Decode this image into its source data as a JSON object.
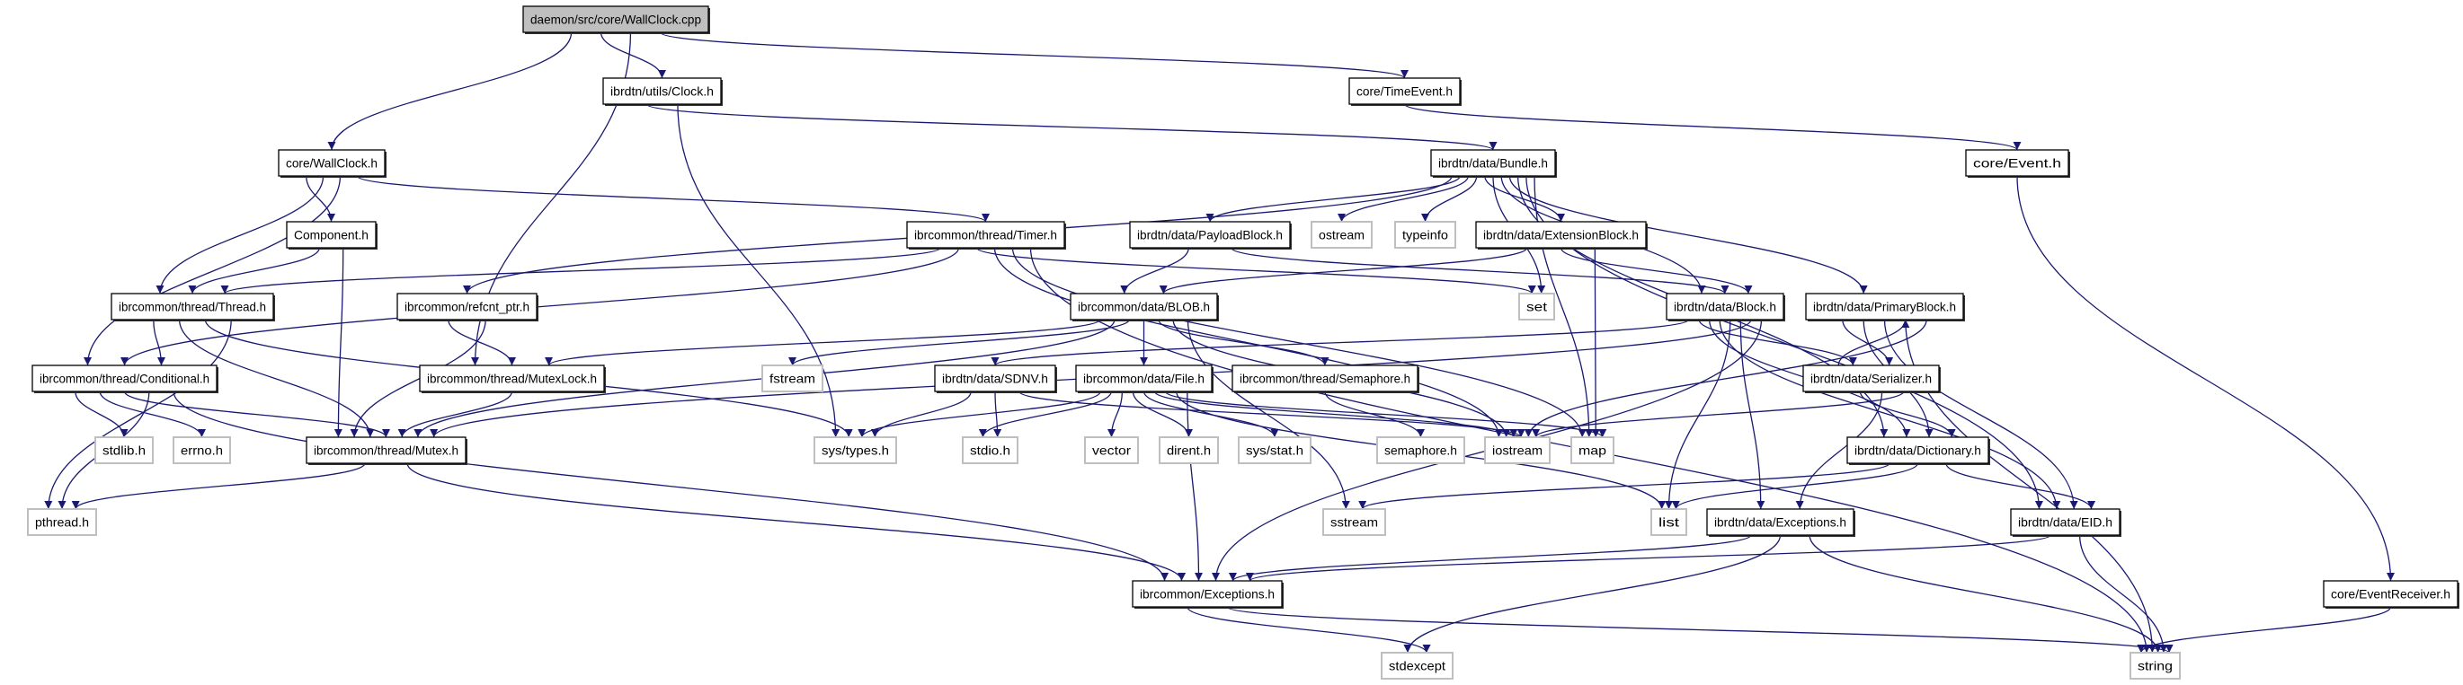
{
  "diagram": {
    "colors": {
      "edge": "#191970",
      "root_fill": "#bfbfbf",
      "system_border": "#bfbfbf",
      "header_border": "#000000"
    },
    "nodes": [
      {
        "id": "root",
        "label": "daemon/src/core/WallClock.cpp",
        "kind": "root"
      },
      {
        "id": "clock",
        "label": "ibrdtn/utils/Clock.h",
        "kind": "header"
      },
      {
        "id": "timeevent",
        "label": "core/TimeEvent.h",
        "kind": "header"
      },
      {
        "id": "wallclock_h",
        "label": "core/WallClock.h",
        "kind": "header"
      },
      {
        "id": "bundle",
        "label": "ibrdtn/data/Bundle.h",
        "kind": "header"
      },
      {
        "id": "event",
        "label": "core/Event.h",
        "kind": "header"
      },
      {
        "id": "component",
        "label": "Component.h",
        "kind": "header"
      },
      {
        "id": "timer",
        "label": "ibrcommon/thread/Timer.h",
        "kind": "header"
      },
      {
        "id": "payload",
        "label": "ibrdtn/data/PayloadBlock.h",
        "kind": "header"
      },
      {
        "id": "ostream",
        "label": "ostream",
        "kind": "system"
      },
      {
        "id": "typeinfo",
        "label": "typeinfo",
        "kind": "system"
      },
      {
        "id": "extblock",
        "label": "ibrdtn/data/ExtensionBlock.h",
        "kind": "header"
      },
      {
        "id": "thread",
        "label": "ibrcommon/thread/Thread.h",
        "kind": "header"
      },
      {
        "id": "refcnt",
        "label": "ibrcommon/refcnt_ptr.h",
        "kind": "header"
      },
      {
        "id": "blob",
        "label": "ibrcommon/data/BLOB.h",
        "kind": "header"
      },
      {
        "id": "set",
        "label": "set",
        "kind": "system"
      },
      {
        "id": "block",
        "label": "ibrdtn/data/Block.h",
        "kind": "header"
      },
      {
        "id": "primary",
        "label": "ibrdtn/data/PrimaryBlock.h",
        "kind": "header"
      },
      {
        "id": "conditional",
        "label": "ibrcommon/thread/Conditional.h",
        "kind": "header"
      },
      {
        "id": "mutexlock",
        "label": "ibrcommon/thread/MutexLock.h",
        "kind": "header"
      },
      {
        "id": "fstream",
        "label": "fstream",
        "kind": "system"
      },
      {
        "id": "sdnv",
        "label": "ibrdtn/data/SDNV.h",
        "kind": "header"
      },
      {
        "id": "file",
        "label": "ibrcommon/data/File.h",
        "kind": "header"
      },
      {
        "id": "semaphore_h",
        "label": "ibrcommon/thread/Semaphore.h",
        "kind": "header"
      },
      {
        "id": "serializer",
        "label": "ibrdtn/data/Serializer.h",
        "kind": "header"
      },
      {
        "id": "stdlib",
        "label": "stdlib.h",
        "kind": "system"
      },
      {
        "id": "errno",
        "label": "errno.h",
        "kind": "system"
      },
      {
        "id": "mutex",
        "label": "ibrcommon/thread/Mutex.h",
        "kind": "header"
      },
      {
        "id": "systypes",
        "label": "sys/types.h",
        "kind": "system"
      },
      {
        "id": "stdio",
        "label": "stdio.h",
        "kind": "system"
      },
      {
        "id": "vector",
        "label": "vector",
        "kind": "system"
      },
      {
        "id": "dirent",
        "label": "dirent.h",
        "kind": "system"
      },
      {
        "id": "sysstat",
        "label": "sys/stat.h",
        "kind": "system"
      },
      {
        "id": "semaphore",
        "label": "semaphore.h",
        "kind": "system"
      },
      {
        "id": "iostream",
        "label": "iostream",
        "kind": "system"
      },
      {
        "id": "map",
        "label": "map",
        "kind": "system"
      },
      {
        "id": "dictionary",
        "label": "ibrdtn/data/Dictionary.h",
        "kind": "header"
      },
      {
        "id": "pthread",
        "label": "pthread.h",
        "kind": "system"
      },
      {
        "id": "sstream",
        "label": "sstream",
        "kind": "system"
      },
      {
        "id": "list",
        "label": "list",
        "kind": "system"
      },
      {
        "id": "dexceptions",
        "label": "ibrdtn/data/Exceptions.h",
        "kind": "header"
      },
      {
        "id": "eid",
        "label": "ibrdtn/data/EID.h",
        "kind": "header"
      },
      {
        "id": "cexceptions",
        "label": "ibrcommon/Exceptions.h",
        "kind": "header"
      },
      {
        "id": "eventreceiver",
        "label": "core/EventReceiver.h",
        "kind": "header"
      },
      {
        "id": "stdexcept",
        "label": "stdexcept",
        "kind": "system"
      },
      {
        "id": "string",
        "label": "string",
        "kind": "system"
      }
    ],
    "edges": [
      [
        "root",
        "wallclock_h"
      ],
      [
        "root",
        "clock"
      ],
      [
        "root",
        "mutexlock"
      ],
      [
        "root",
        "timeevent"
      ],
      [
        "clock",
        "bundle"
      ],
      [
        "clock",
        "systypes"
      ],
      [
        "timeevent",
        "event"
      ],
      [
        "event",
        "eventreceiver"
      ],
      [
        "eventreceiver",
        "string"
      ],
      [
        "wallclock_h",
        "component"
      ],
      [
        "wallclock_h",
        "thread"
      ],
      [
        "wallclock_h",
        "conditional"
      ],
      [
        "wallclock_h",
        "timer"
      ],
      [
        "component",
        "thread"
      ],
      [
        "component",
        "mutex"
      ],
      [
        "timer",
        "thread"
      ],
      [
        "timer",
        "conditional"
      ],
      [
        "timer",
        "set"
      ],
      [
        "timer",
        "iostream"
      ],
      [
        "timer",
        "map"
      ],
      [
        "timer",
        "string"
      ],
      [
        "bundle",
        "refcnt"
      ],
      [
        "bundle",
        "payload"
      ],
      [
        "bundle",
        "ostream"
      ],
      [
        "bundle",
        "typeinfo"
      ],
      [
        "bundle",
        "extblock"
      ],
      [
        "bundle",
        "set"
      ],
      [
        "bundle",
        "block"
      ],
      [
        "bundle",
        "primary"
      ],
      [
        "bundle",
        "dictionary"
      ],
      [
        "bundle",
        "eid"
      ],
      [
        "bundle",
        "map"
      ],
      [
        "payload",
        "blob"
      ],
      [
        "payload",
        "block"
      ],
      [
        "extblock",
        "blob"
      ],
      [
        "extblock",
        "block"
      ],
      [
        "extblock",
        "map"
      ],
      [
        "refcnt",
        "mutexlock"
      ],
      [
        "refcnt",
        "mutex"
      ],
      [
        "thread",
        "conditional"
      ],
      [
        "thread",
        "mutex"
      ],
      [
        "thread",
        "systypes"
      ],
      [
        "thread",
        "pthread"
      ],
      [
        "conditional",
        "stdlib"
      ],
      [
        "conditional",
        "errno"
      ],
      [
        "conditional",
        "mutex"
      ],
      [
        "conditional",
        "pthread"
      ],
      [
        "conditional",
        "cexceptions"
      ],
      [
        "mutexlock",
        "mutex"
      ],
      [
        "mutex",
        "pthread"
      ],
      [
        "mutex",
        "cexceptions"
      ],
      [
        "blob",
        "mutexlock"
      ],
      [
        "blob",
        "mutex"
      ],
      [
        "blob",
        "fstream"
      ],
      [
        "blob",
        "file"
      ],
      [
        "blob",
        "semaphore_h"
      ],
      [
        "blob",
        "iostream"
      ],
      [
        "blob",
        "sstream"
      ],
      [
        "file",
        "systypes"
      ],
      [
        "file",
        "stdio"
      ],
      [
        "file",
        "vector"
      ],
      [
        "file",
        "dirent"
      ],
      [
        "file",
        "sysstat"
      ],
      [
        "file",
        "iostream"
      ],
      [
        "file",
        "map"
      ],
      [
        "file",
        "list"
      ],
      [
        "file",
        "cexceptions"
      ],
      [
        "sdnv",
        "systypes"
      ],
      [
        "sdnv",
        "stdio"
      ],
      [
        "sdnv",
        "iostream"
      ],
      [
        "semaphore_h",
        "semaphore"
      ],
      [
        "block",
        "sdnv"
      ],
      [
        "block",
        "serializer"
      ],
      [
        "block",
        "dictionary"
      ],
      [
        "block",
        "eid"
      ],
      [
        "block",
        "list"
      ],
      [
        "block",
        "dexceptions"
      ],
      [
        "block",
        "mutex"
      ],
      [
        "block",
        "cexceptions"
      ],
      [
        "primary",
        "serializer"
      ],
      [
        "primary",
        "dictionary"
      ],
      [
        "primary",
        "eid"
      ],
      [
        "primary",
        "string"
      ],
      [
        "primary",
        "iostream"
      ],
      [
        "serializer",
        "primary"
      ],
      [
        "serializer",
        "dictionary"
      ],
      [
        "serializer",
        "dexceptions"
      ],
      [
        "serializer",
        "iostream"
      ],
      [
        "dictionary",
        "sstream"
      ],
      [
        "dictionary",
        "list"
      ],
      [
        "dictionary",
        "eid"
      ],
      [
        "dexceptions",
        "cexceptions"
      ],
      [
        "dexceptions",
        "stdexcept"
      ],
      [
        "dexceptions",
        "string"
      ],
      [
        "eid",
        "cexceptions"
      ],
      [
        "eid",
        "string"
      ],
      [
        "cexceptions",
        "stdexcept"
      ],
      [
        "cexceptions",
        "string"
      ]
    ]
  }
}
